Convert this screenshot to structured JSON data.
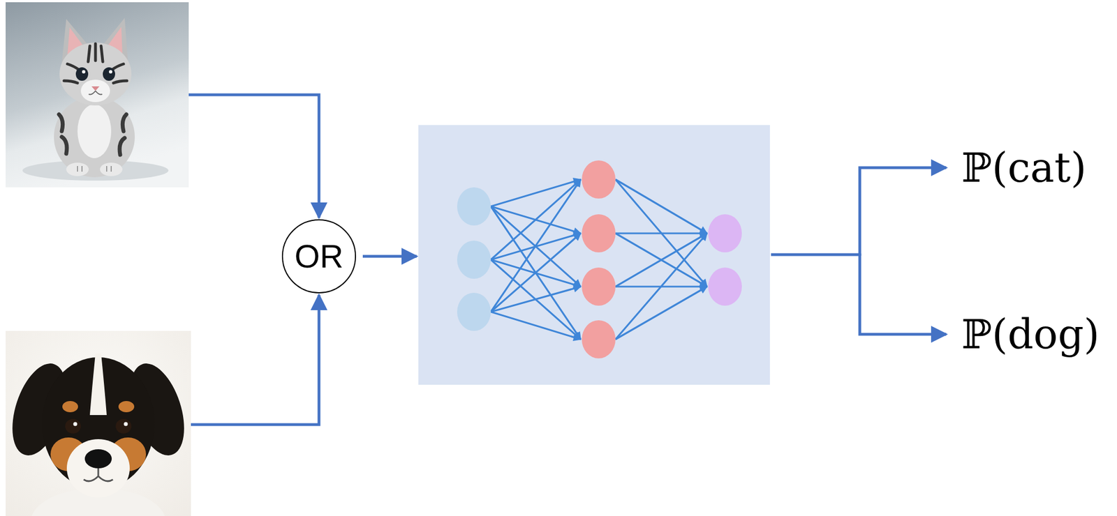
{
  "diagram": {
    "nodes": [
      {
        "text": [
          "OR"
        ]
      }
    ],
    "labels": [
      "ℙ(cat)",
      "ℙ(dog)"
    ]
  }
}
